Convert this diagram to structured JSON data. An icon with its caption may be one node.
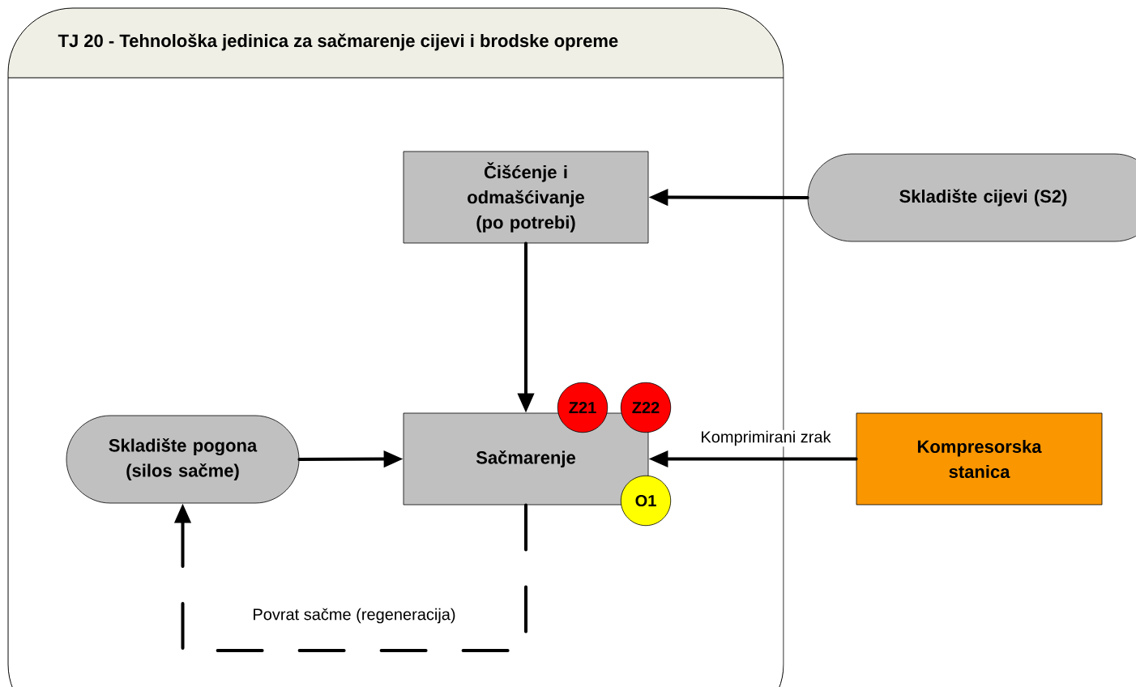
{
  "diagram": {
    "nodes": [
      {
        "text": [
          "TJ 20 - Tehnološka jedinica za sačmarenje cijevi i brodske opreme"
        ]
      },
      {
        "text": [
          "Čišćenje i odmašćivanje (po potrebi)"
        ],
        "in": 0
      },
      {
        "text": [
          "Skladište cijevi (S2)"
        ]
      },
      {
        "text": [
          "Skladište pogona (silos sačme)"
        ],
        "in": 0
      },
      {
        "text": [
          "Sačmarenje"
        ],
        "in": 0
      },
      {
        "text": [
          "Z21"
        ],
        "in": 0
      },
      {
        "text": [
          "Z22"
        ],
        "in": 0
      },
      {
        "text": [
          "O1"
        ],
        "in": 0
      },
      {
        "text": [
          "Kompresorska stanica"
        ]
      }
    ],
    "edges": [
      {
        "from": 2,
        "to": 1,
        "arrow": "to"
      },
      {
        "from": 1,
        "to": 4,
        "arrow": "to"
      },
      {
        "from": 3,
        "to": 4,
        "arrow": "to"
      },
      {
        "from": 8,
        "to": 4,
        "arrow": "to",
        "label": "Komprimirani zrak"
      },
      {
        "from": 4,
        "to": 3,
        "arrow": "to",
        "style": "dashed",
        "label": "Povrat sačme (regeneracija)"
      }
    ]
  }
}
